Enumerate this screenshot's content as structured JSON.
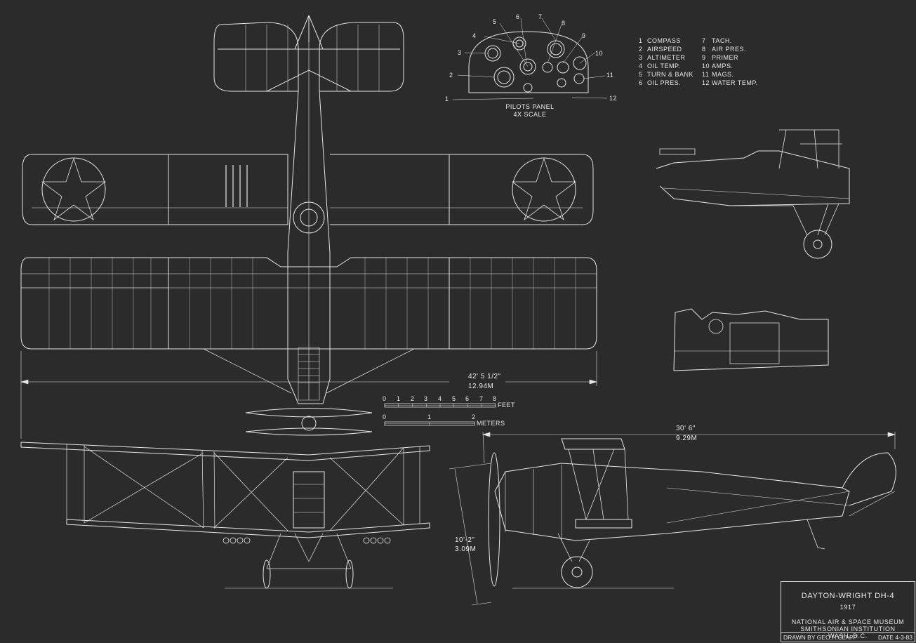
{
  "panel": {
    "callouts": [
      "1",
      "2",
      "3",
      "4",
      "5",
      "6",
      "7",
      "8",
      "9",
      "10",
      "11",
      "12"
    ],
    "title": "PILOTS PANEL",
    "scale": "4X SCALE"
  },
  "legend": [
    {
      "num": "1",
      "label": "COMPASS"
    },
    {
      "num": "2",
      "label": "AIRSPEED"
    },
    {
      "num": "3",
      "label": "ALTIMETER"
    },
    {
      "num": "4",
      "label": "OIL TEMP."
    },
    {
      "num": "5",
      "label": "TURN & BANK"
    },
    {
      "num": "6",
      "label": "OIL PRES."
    },
    {
      "num": "7",
      "label": "TACH."
    },
    {
      "num": "8",
      "label": "AIR PRES."
    },
    {
      "num": "9",
      "label": "PRIMER"
    },
    {
      "num": "10",
      "label": "AMPS."
    },
    {
      "num": "11",
      "label": "MAGS."
    },
    {
      "num": "12",
      "label": "WATER TEMP."
    }
  ],
  "dimensions": {
    "span_imperial": "42' 5 1/2\"",
    "span_metric": "12.94M",
    "length_imperial": "30' 6\"",
    "length_metric": "9.29M",
    "height_imperial": "10'-2\"",
    "height_metric": "3.09M"
  },
  "scales": {
    "feet_ticks": [
      "0",
      "1",
      "2",
      "3",
      "4",
      "5",
      "6",
      "7",
      "8"
    ],
    "feet_unit": "FEET",
    "meter_ticks": [
      "0",
      "1",
      "2"
    ],
    "meter_unit": "METERS"
  },
  "title_block": {
    "aircraft": "DAYTON-WRIGHT  DH-4",
    "year": "1917",
    "org_line1": "NATIONAL  AIR & SPACE MUSEUM",
    "org_line2": "SMITHSONIAN  INSTITUTION  WASH.,D.C.",
    "drawn_by": "DRAWN BY  GEO.H.CLAPP",
    "date": "DATE  4-3-83"
  }
}
